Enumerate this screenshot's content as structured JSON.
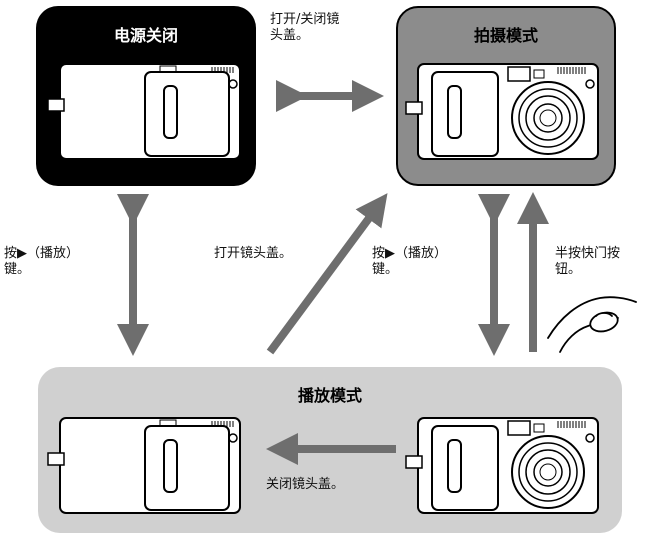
{
  "modes": {
    "power_off": "电源关闭",
    "shooting": "拍摄模式",
    "playback": "播放模式"
  },
  "labels": {
    "open_close_cover": "打开/关闭镜\n头盖。",
    "press_play_left": "按▶（播放）\n键。",
    "open_cover": "打开镜头盖。",
    "press_play_right": "按▶（播放）\n键。",
    "half_press_shutter": "半按快门按\n钮。",
    "close_cover": "关闭镜头盖。"
  },
  "colors": {
    "arrow": "#6e6e6e",
    "power_off_bg": "#000000",
    "shooting_bg": "#8c8c8c",
    "playback_bg": "#d0d0d0"
  }
}
